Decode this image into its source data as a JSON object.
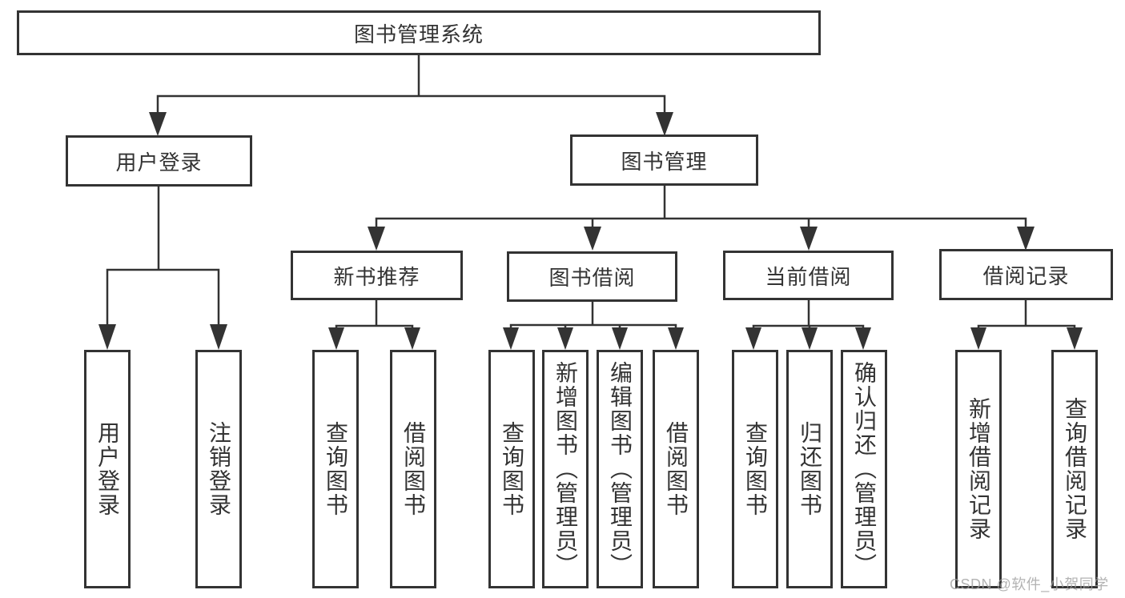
{
  "diagram_title": "图书管理系统",
  "tree": {
    "root": {
      "label": "图书管理系统"
    },
    "branches": [
      {
        "label": "用户登录",
        "children": [
          "用户登录",
          "注销登录"
        ]
      },
      {
        "label": "图书管理",
        "children": [
          {
            "label": "新书推荐",
            "children": [
              "查询图书",
              "借阅图书"
            ]
          },
          {
            "label": "图书借阅",
            "children": [
              "查询图书",
              "新增图书（管理员）",
              "编辑图书（管理员）",
              "借阅图书"
            ]
          },
          {
            "label": "当前借阅",
            "children": [
              "查询图书",
              "归还图书",
              "确认归还（管理员）"
            ]
          },
          {
            "label": "借阅记录",
            "children": [
              "新增借阅记录",
              "查询借阅记录"
            ]
          }
        ]
      }
    ]
  },
  "watermark": "CSDN @软件_小贺同学",
  "colors": {
    "line": "#333333",
    "node_border": "#333333",
    "node_fill": "#ffffff",
    "text": "#333333",
    "watermark": "#a0a0a0",
    "background": "#ffffff"
  }
}
